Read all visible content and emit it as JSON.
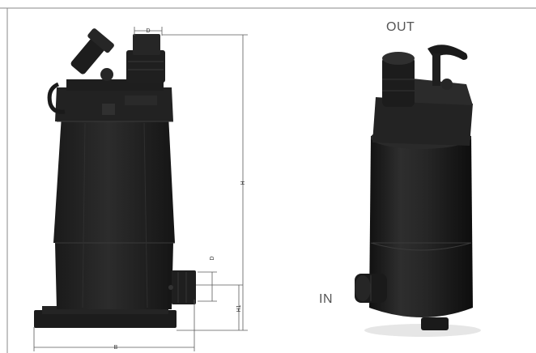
{
  "drawing": {
    "dimensions": {
      "outlet_diameter": "D",
      "inlet_diameter": "D",
      "height": "H",
      "inlet_height": "H1",
      "base_width": "B"
    }
  },
  "photo": {
    "outlet_label": "OUT",
    "inlet_label": "IN"
  },
  "colors": {
    "pump_body": "#1f1f1f",
    "pump_highlight": "#2b2b2b",
    "dimension_line": "#5a5a5a",
    "frame_line": "#8a8a8a"
  }
}
